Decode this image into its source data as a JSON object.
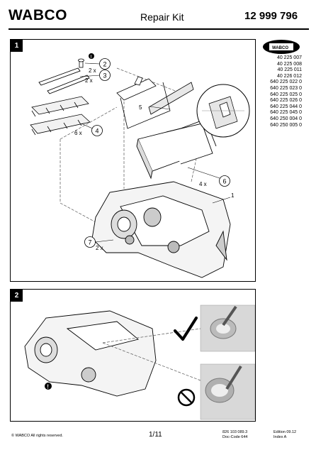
{
  "header": {
    "logo": "WABCO",
    "title": "Repair Kit",
    "part_number": "12 999 796"
  },
  "panel1": {
    "number": "1",
    "callouts": [
      {
        "num": "2",
        "qty": "2 x"
      },
      {
        "num": "3",
        "qty": "2 x"
      },
      {
        "num": "4",
        "qty": "6 x"
      },
      {
        "num": "5",
        "qty": ""
      },
      {
        "num": "6",
        "qty": "4 x"
      },
      {
        "num": "1",
        "qty": ""
      },
      {
        "num": "7",
        "qty": "2 x"
      }
    ]
  },
  "panel2": {
    "number": "2"
  },
  "compatible_codes": [
    "40 225 007",
    "40 225 008",
    "40 225 011",
    "40 226 012",
    "640 225 022 0",
    "640 225 023 0",
    "640 225 025 0",
    "640 225 026 0",
    "640 225 044 0",
    "640 225 045 0",
    "640 250 004 0",
    "640 250 005 0"
  ],
  "footer": {
    "copyright": "© WABCO All rights reserved.",
    "page": "1/11",
    "doc_number": "826 103 089.3",
    "doc_code": "Doc-Code 644",
    "edition": "Edition 09.12",
    "index": "Index A"
  }
}
